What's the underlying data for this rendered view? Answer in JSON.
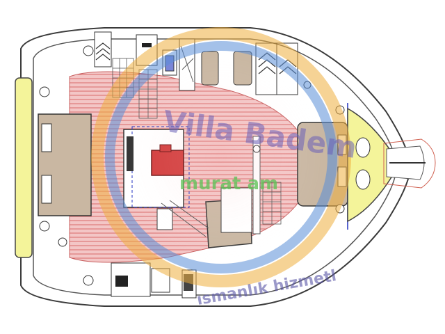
{
  "watermark": {
    "brand_name": "Villa Badem",
    "owner_name": "murat am",
    "service_line": "ısmanlık hizmetl",
    "colors": {
      "brand_text": "#6a60b8",
      "owner_text": "#62c25a",
      "service_text": "#5a56a6",
      "ring_blue": "#5a8fd8",
      "ring_orange": "#f0b040"
    }
  },
  "deck_colors": {
    "hull_outline": "#3a3a3a",
    "teak_deck": "#f3c6c6",
    "teak_lines": "#d96a6a",
    "cushion": "#c9b7a2",
    "helm_yellow": "#f4f49a",
    "bow_accent": "#d06050",
    "winch_red": "#d23a3a",
    "coaming_blue": "#2030c0"
  }
}
